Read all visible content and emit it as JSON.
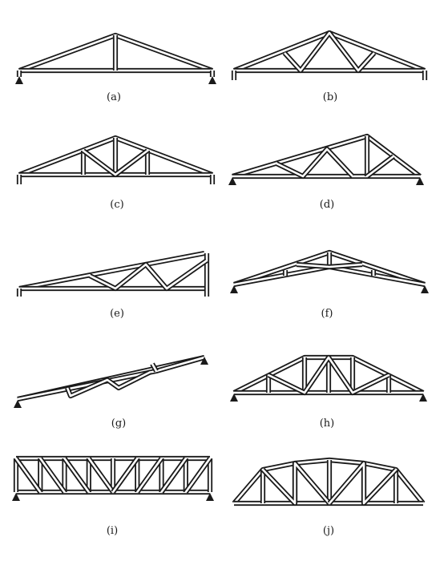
{
  "figure": {
    "panels": [
      {
        "id": "a",
        "caption": "(a)"
      },
      {
        "id": "b",
        "caption": "(b)"
      },
      {
        "id": "c",
        "caption": "(c)"
      },
      {
        "id": "d",
        "caption": "(d)"
      },
      {
        "id": "e",
        "caption": "(e)"
      },
      {
        "id": "f",
        "caption": "(f)"
      },
      {
        "id": "g",
        "caption": "(g)"
      },
      {
        "id": "h",
        "caption": "(h)"
      },
      {
        "id": "i",
        "caption": "(i)"
      },
      {
        "id": "j",
        "caption": "(j)"
      }
    ],
    "colors": {
      "member_outline": "#1a1a1a",
      "member_fill": "#ffffff",
      "background": "#ffffff"
    }
  }
}
